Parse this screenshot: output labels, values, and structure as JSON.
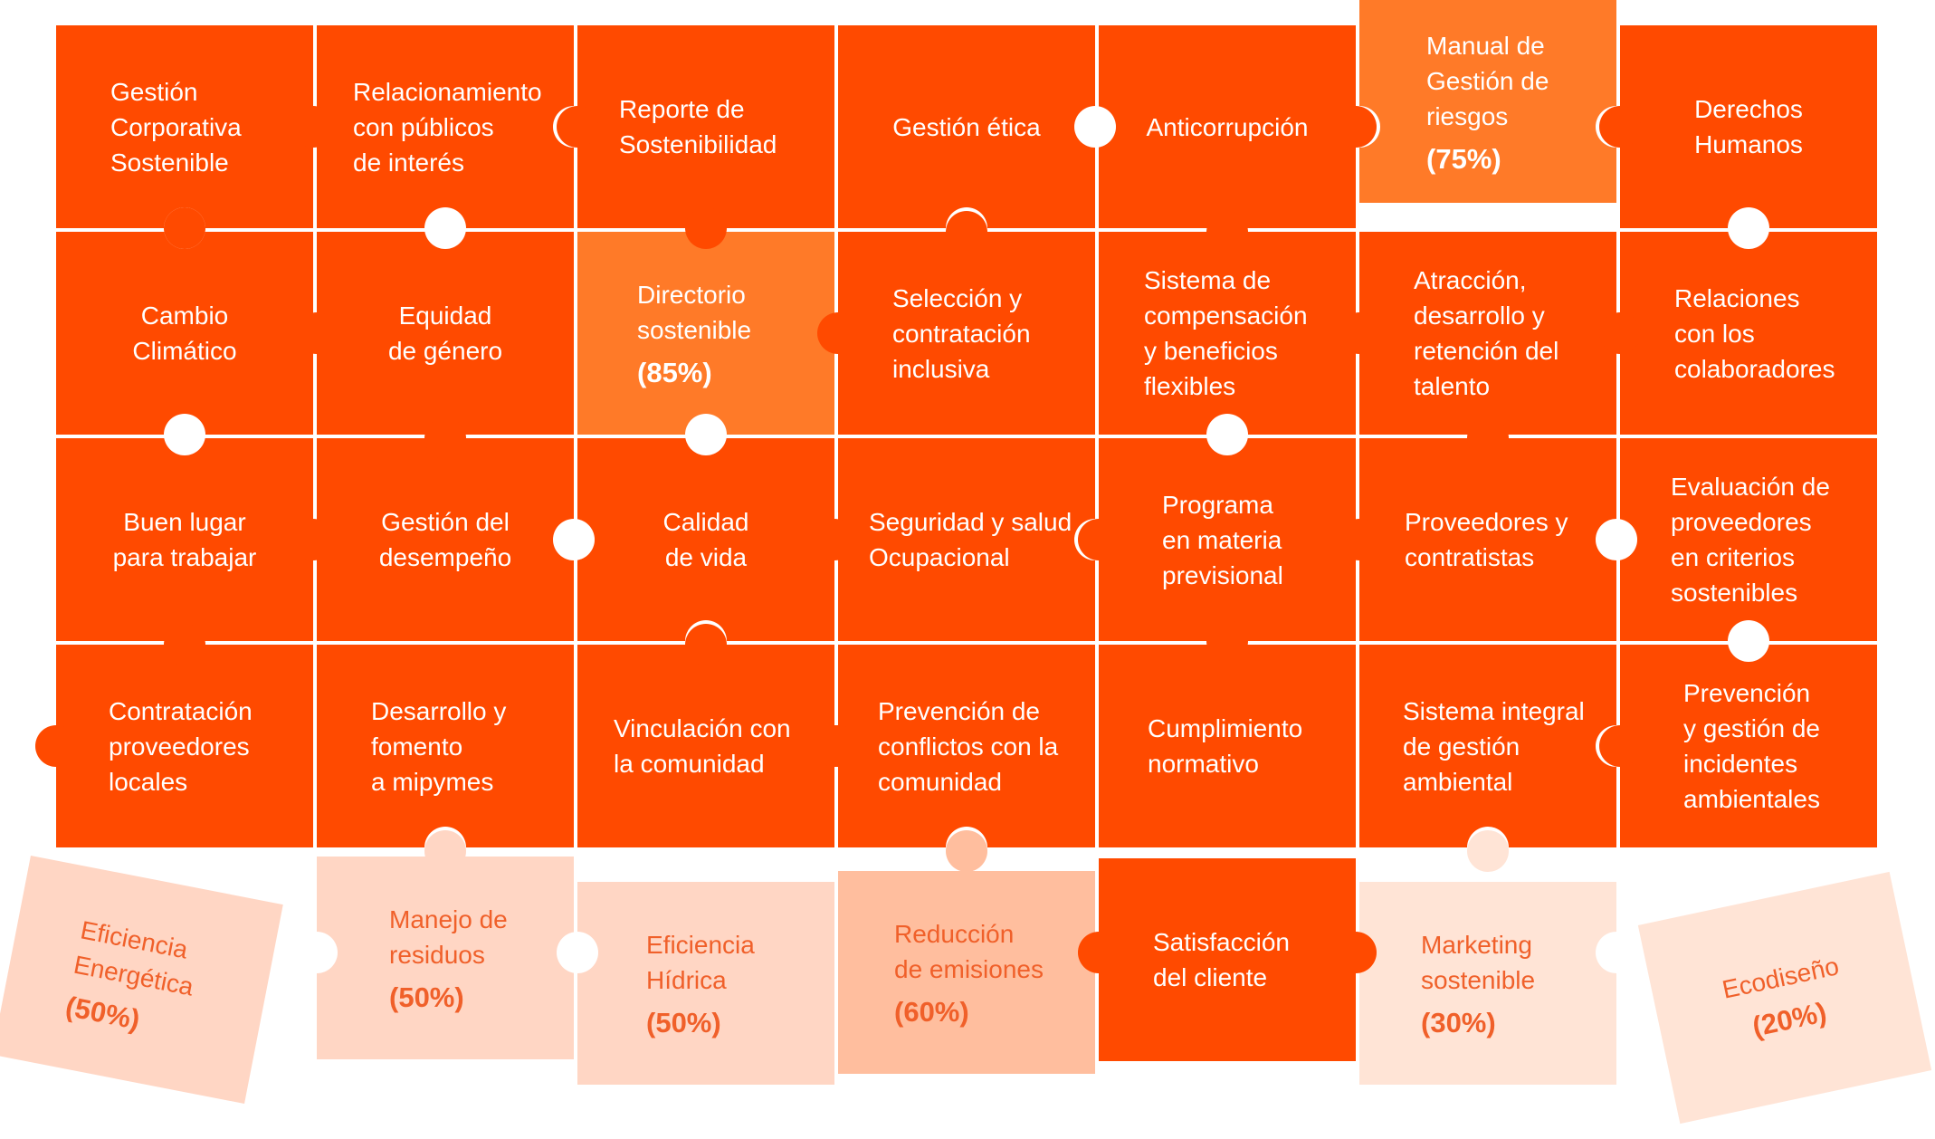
{
  "colors": {
    "primary": "#FF4A00",
    "highlight": "#FF7A28",
    "medium": "#FFBE9E",
    "light": "#FFD6C4",
    "pale": "#FFE4D6",
    "text_on_dark": "#FFFFFF",
    "text_on_light": "#F0602A"
  },
  "pieces": [
    {
      "label": "Gestión\nCorporativa\nSostenible",
      "tone": "primary"
    },
    {
      "label": "Relacionamiento\ncon públicos\nde interés",
      "tone": "primary"
    },
    {
      "label": "Reporte de\nSostenibilidad",
      "tone": "primary"
    },
    {
      "label": "Gestión ética",
      "tone": "primary"
    },
    {
      "label": "Anticorrupción",
      "tone": "primary"
    },
    {
      "label": "Manual de\nGestión de\nriesgos",
      "percent": "(75%)",
      "tone": "highlight"
    },
    {
      "label": "Derechos\nHumanos",
      "tone": "primary"
    },
    {
      "label": "Cambio\nClimático",
      "tone": "primary"
    },
    {
      "label": "Equidad\nde género",
      "tone": "primary"
    },
    {
      "label": "Directorio\nsostenible",
      "percent": "(85%)",
      "tone": "highlight"
    },
    {
      "label": "Selección y\ncontratación\ninclusiva",
      "tone": "primary"
    },
    {
      "label": "Sistema de\ncompensación\ny beneficios\nflexibles",
      "tone": "primary"
    },
    {
      "label": "Atracción,\ndesarrollo y\nretención del\ntalento",
      "tone": "primary"
    },
    {
      "label": "Relaciones\ncon los\ncolaboradores",
      "tone": "primary"
    },
    {
      "label": "Buen lugar\npara trabajar",
      "tone": "primary"
    },
    {
      "label": "Gestión del\ndesempeño",
      "tone": "primary"
    },
    {
      "label": "Calidad\nde vida",
      "tone": "primary"
    },
    {
      "label": "Seguridad y salud\nOcupacional",
      "tone": "primary"
    },
    {
      "label": "Programa\nen materia\nprevisional",
      "tone": "primary"
    },
    {
      "label": "Proveedores y\ncontratistas",
      "tone": "primary"
    },
    {
      "label": "Evaluación de\nproveedores\nen criterios\nsostenibles",
      "tone": "primary"
    },
    {
      "label": "Contratación\nproveedores\nlocales",
      "tone": "primary"
    },
    {
      "label": "Desarrollo y\nfomento\na mipymes",
      "tone": "primary"
    },
    {
      "label": "Vinculación con\nla comunidad",
      "tone": "primary"
    },
    {
      "label": "Prevención de\nconflictos con la\ncomunidad",
      "tone": "primary"
    },
    {
      "label": "Cumplimiento\nnormativo",
      "tone": "primary"
    },
    {
      "label": "Sistema integral\nde gestión\nambiental",
      "tone": "primary"
    },
    {
      "label": "Prevención\ny gestión de\nincidentes\nambientales",
      "tone": "primary"
    },
    {
      "label": "Eficiencia\nEnergética",
      "percent": "(50%)",
      "tone": "light"
    },
    {
      "label": "Manejo de\nresiduos",
      "percent": "(50%)",
      "tone": "light"
    },
    {
      "label": "Eficiencia\nHídrica",
      "percent": "(50%)",
      "tone": "light"
    },
    {
      "label": "Reducción\nde emisiones",
      "percent": "(60%)",
      "tone": "medium"
    },
    {
      "label": "Satisfacción\ndel cliente",
      "tone": "primary"
    },
    {
      "label": "Marketing\nsostenible",
      "percent": "(30%)",
      "tone": "pale"
    },
    {
      "label": "Ecodiseño",
      "percent": "(20%)",
      "tone": "pale"
    }
  ]
}
